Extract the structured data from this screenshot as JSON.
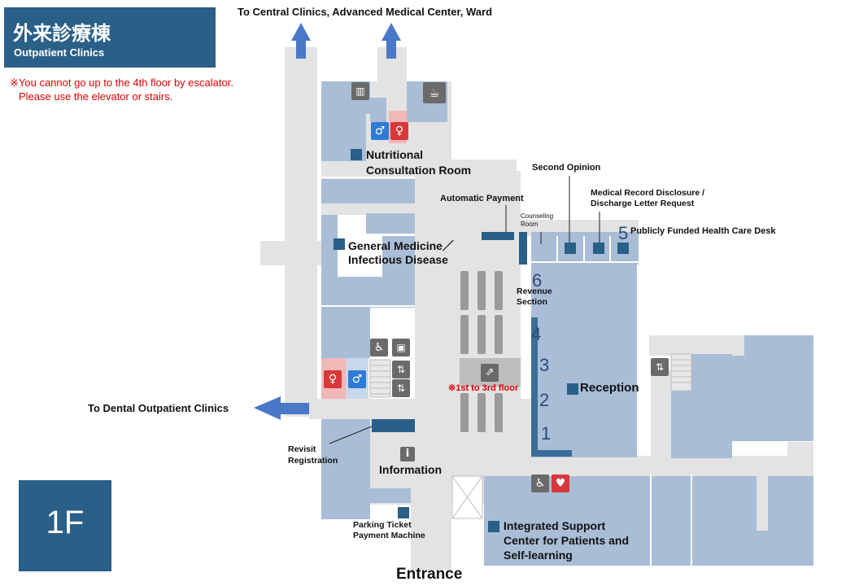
{
  "header": {
    "title_jp": "外来診療棟",
    "title_en": "Outpatient Clinics"
  },
  "notice": {
    "line1": "※You cannot go up to the 4th floor by escalator.",
    "line2": "Please use the elevator or stairs."
  },
  "floor": "1F",
  "directions": {
    "north": "To Central Clinics, Advanced Medical Center, Ward",
    "west": "To Dental Outpatient Clinics",
    "entrance": "Entrance"
  },
  "escalator_note": "※1st to 3rd floor",
  "labels": {
    "nutritional": [
      "Nutritional",
      "Consultation Room"
    ],
    "general_medicine": [
      "General Medicine／",
      "Infectious Disease"
    ],
    "automatic_payment": "Automatic Payment",
    "counseling": [
      "Counseling",
      "Room"
    ],
    "second_opinion": "Second Opinion",
    "medical_record": [
      "Medical Record Disclosure /",
      "Discharge Letter Request"
    ],
    "publicly_funded": "Publicly Funded Health Care Desk",
    "revenue": [
      "Revenue",
      "Section"
    ],
    "reception": "Reception",
    "revisit": [
      "Revisit",
      "Registration"
    ],
    "information": "Information",
    "parking": [
      "Parking Ticket",
      "Payment Machine"
    ],
    "integrated": [
      "Integrated Support",
      "Center for Patients and",
      "Self-learning"
    ]
  },
  "counter_numbers": [
    "1",
    "2",
    "3",
    "4",
    "5",
    "6"
  ],
  "icons": {
    "info": "i",
    "nursing": "♥"
  },
  "colors": {
    "room": "#a9bdd6",
    "corridor": "#e3e3e3",
    "marker": "#2a5f88",
    "arrow": "#4a78c8",
    "restroom_female": "#f0b8b8",
    "notice_red": "#e00000"
  }
}
